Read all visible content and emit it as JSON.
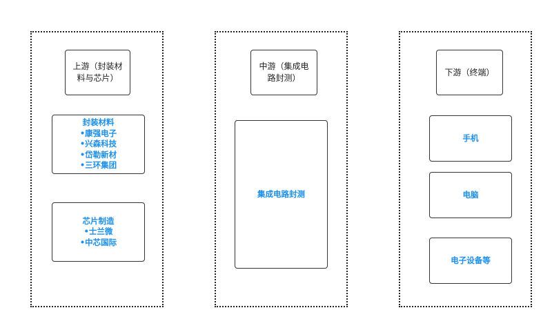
{
  "columns": [
    {
      "heading": "上游（封装材料与芯片）",
      "boxes": [
        {
          "lines": [
            "封装材料",
            "•康强电子",
            "•兴森科技",
            "•岱勒新材",
            "•三环集团"
          ]
        },
        {
          "lines": [
            "芯片制造",
            "•士兰微",
            "•中芯国际"
          ]
        }
      ]
    },
    {
      "heading": "中游（集成电路封测）",
      "boxes": [
        {
          "lines": [
            "集成电路封测"
          ]
        }
      ]
    },
    {
      "heading": "下游（终端）",
      "boxes": [
        {
          "lines": [
            "手机"
          ]
        },
        {
          "lines": [
            "电脑"
          ]
        },
        {
          "lines": [
            "电子设备等"
          ]
        }
      ]
    }
  ],
  "colors": {
    "accent": "#1e8fe6",
    "border": "#333333"
  }
}
